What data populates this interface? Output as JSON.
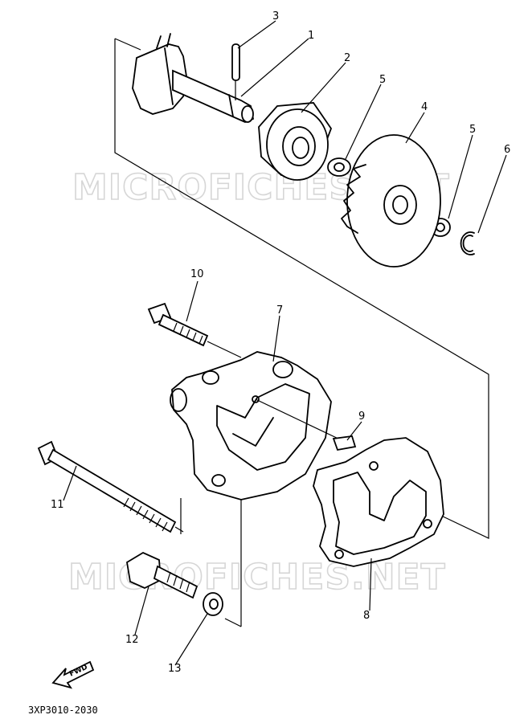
{
  "watermark": "MICROFICHES.NET",
  "diagram_code": "3XP3010-2030",
  "fwd_label": "FWD",
  "callouts": [
    "1",
    "2",
    "3",
    "4",
    "5",
    "6",
    "7",
    "8",
    "9",
    "10",
    "11",
    "12",
    "13"
  ],
  "callout_5b": "5"
}
